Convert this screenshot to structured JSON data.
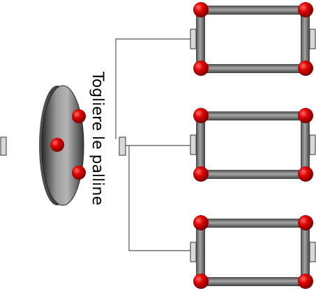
{
  "diagram": {
    "label": "Togliere le palline",
    "ball_count_on_disc": 3,
    "frame_count": 3,
    "balls_per_frame": 4
  },
  "colors": {
    "background": "#ffffff",
    "ball": "#e00000",
    "ball_dark": "#8a0000",
    "bar": "#8f8f8f",
    "bar_dark": "#4a4a4a",
    "disc": "#888888",
    "disc_dark": "#2e2e2e",
    "connector": "#d9d9d9",
    "wire": "#555555"
  }
}
